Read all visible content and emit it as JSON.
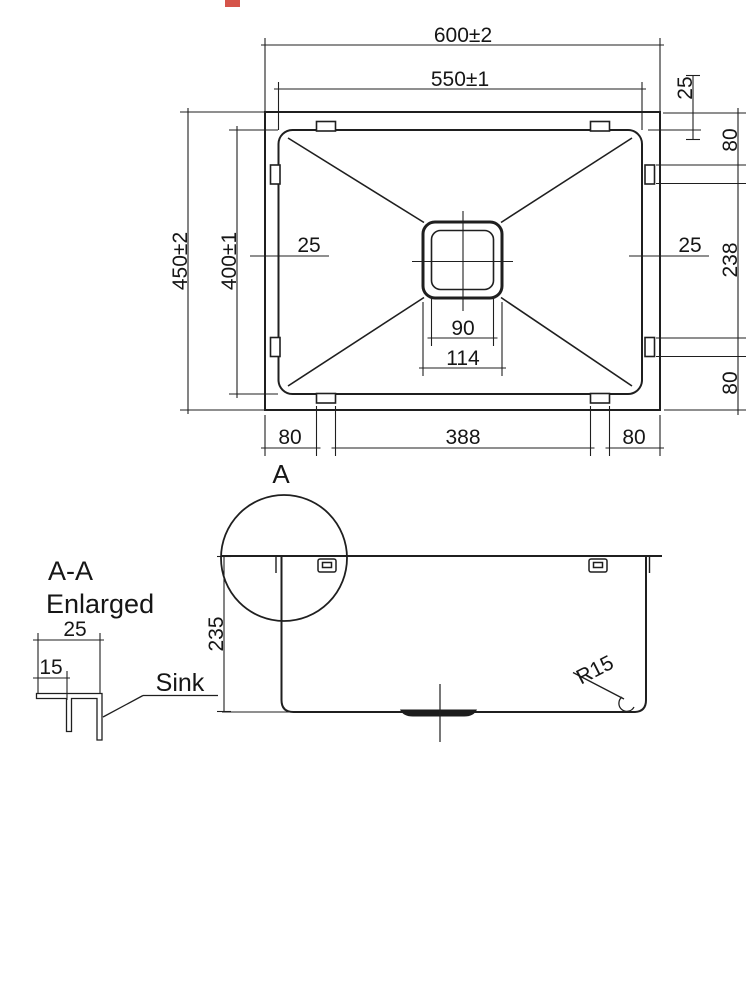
{
  "drawing": {
    "brand_mark_color": "#d5544a",
    "line_color": "#1f1f1f"
  },
  "top_view": {
    "overall_width": "600±2",
    "bowl_width": "550±1",
    "overall_depth": "450±2",
    "bowl_depth": "400±1",
    "rim_left": "25",
    "rim_right": "25",
    "rim_top_right": "25",
    "clip_top_offset": "80",
    "clip_spacing": "238",
    "clip_bottom_offset": "80",
    "drain_inner_width": "90",
    "drain_outer_width": "114",
    "bottom_left_offset": "80",
    "bottom_clip_span": "388",
    "bottom_right_offset": "80"
  },
  "side_view": {
    "detail_marker": "A",
    "bowl_depth": "235",
    "corner_radius": "R15"
  },
  "detail_view": {
    "title": "A-A",
    "subtitle": "Enlarged",
    "flange_width": "25",
    "lip_width": "15",
    "callout_label": "Sink"
  }
}
